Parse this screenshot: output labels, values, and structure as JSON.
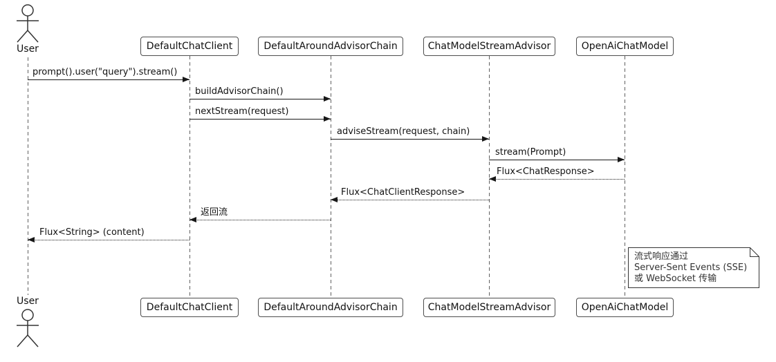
{
  "diagram": {
    "type": "sequence-diagram",
    "actors": {
      "top": "User",
      "bottom": "User"
    },
    "participants": [
      {
        "label": "DefaultChatClient"
      },
      {
        "label": "DefaultAroundAdvisorChain"
      },
      {
        "label": "ChatModelStreamAdvisor"
      },
      {
        "label": "OpenAiChatModel"
      }
    ],
    "messages": [
      {
        "from": "User",
        "to": "DefaultChatClient",
        "label": "prompt().user(\"query\").stream()",
        "line": "solid",
        "direction": "right"
      },
      {
        "from": "DefaultChatClient",
        "to": "DefaultAroundAdvisorChain",
        "label": "buildAdvisorChain()",
        "line": "solid",
        "direction": "right"
      },
      {
        "from": "DefaultChatClient",
        "to": "DefaultAroundAdvisorChain",
        "label": "nextStream(request)",
        "line": "solid",
        "direction": "right"
      },
      {
        "from": "DefaultAroundAdvisorChain",
        "to": "ChatModelStreamAdvisor",
        "label": "adviseStream(request, chain)",
        "line": "solid",
        "direction": "right"
      },
      {
        "from": "ChatModelStreamAdvisor",
        "to": "OpenAiChatModel",
        "label": "stream(Prompt)",
        "line": "solid",
        "direction": "right"
      },
      {
        "from": "OpenAiChatModel",
        "to": "ChatModelStreamAdvisor",
        "label": "Flux<ChatResponse>",
        "line": "dotted",
        "direction": "left"
      },
      {
        "from": "ChatModelStreamAdvisor",
        "to": "DefaultAroundAdvisorChain",
        "label": "Flux<ChatClientResponse>",
        "line": "dotted",
        "direction": "left"
      },
      {
        "from": "DefaultAroundAdvisorChain",
        "to": "DefaultChatClient",
        "label": "返回流",
        "line": "dotted",
        "direction": "left"
      },
      {
        "from": "DefaultChatClient",
        "to": "User",
        "label": "Flux<String> (content)",
        "line": "dotted",
        "direction": "left"
      }
    ],
    "note": {
      "lines": [
        "流式响应通过",
        "Server-Sent Events (SSE)",
        "或 WebSocket 传输"
      ]
    },
    "colors": {
      "background": "#ffffff",
      "line": "#181818",
      "box_border": "#4d4d4d",
      "lifeline": "#5f5f5f",
      "note_border": "#333333",
      "note_background": "#ffffff"
    }
  }
}
